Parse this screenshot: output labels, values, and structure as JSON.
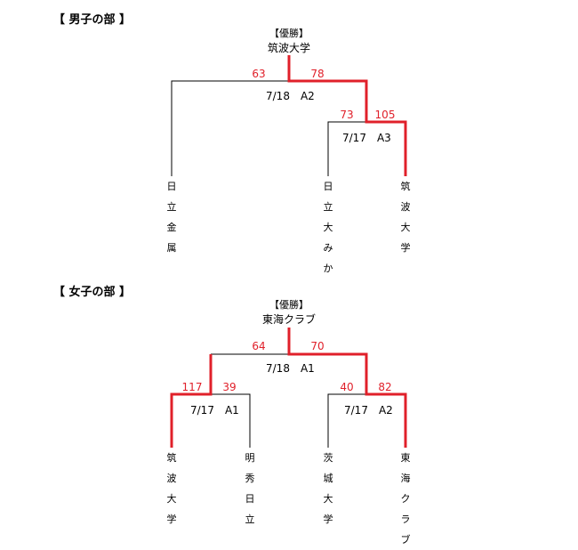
{
  "men": {
    "title": "【 男子の部 】",
    "winner_tag": "【優勝】",
    "winner": "筑波大学",
    "final": {
      "left_score": "63",
      "right_score": "78",
      "label": "7/18　A2"
    },
    "semi": {
      "left_score": "73",
      "right_score": "105",
      "label": "7/17　A3"
    },
    "teams": [
      "日立金属",
      "日立大みか",
      "筑波大学"
    ]
  },
  "women": {
    "title": "【 女子の部 】",
    "winner_tag": "【優勝】",
    "winner": "東海クラブ",
    "final": {
      "left_score": "64",
      "right_score": "70",
      "label": "7/18　A1"
    },
    "semi_left": {
      "left_score": "117",
      "right_score": "39",
      "label": "7/17　A1"
    },
    "semi_right": {
      "left_score": "40",
      "right_score": "82",
      "label": "7/17　A2"
    },
    "teams": [
      "筑波大学",
      "明秀日立",
      "茨城大学",
      "東海クラブ"
    ]
  },
  "colors": {
    "winner_line": "#e0202a",
    "line": "#000000",
    "score": "#e0202a"
  }
}
